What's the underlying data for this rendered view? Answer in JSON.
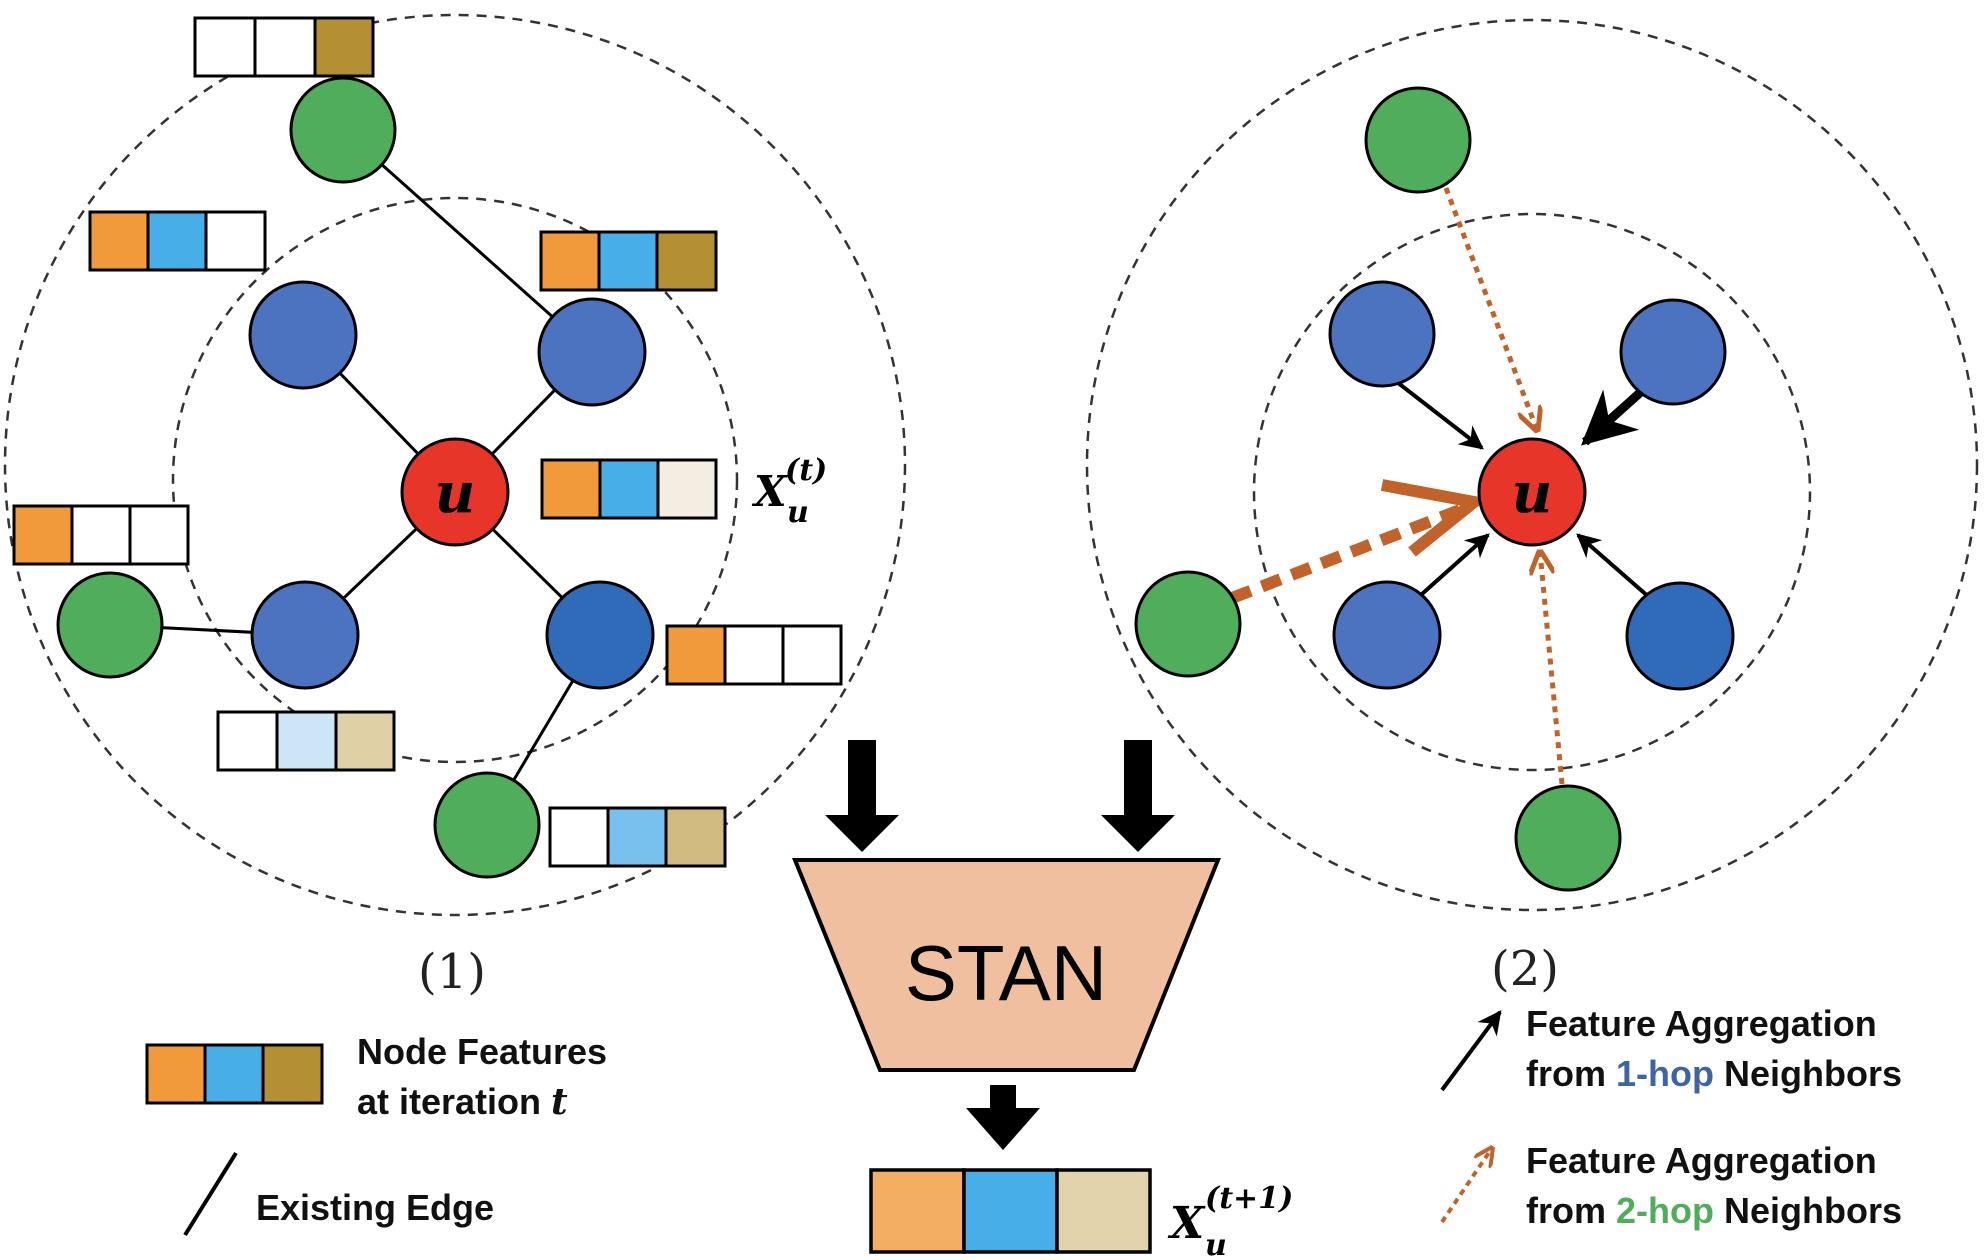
{
  "diagram": {
    "center_node_label": "u",
    "panel_labels": [
      "(1)",
      "(2)"
    ],
    "stan_label": "STAN",
    "feature_label_t": {
      "base": "X",
      "sub": "u",
      "sup": "(t)"
    },
    "feature_label_t1": {
      "base": "X",
      "sub": "u",
      "sup": "(t+1)"
    }
  },
  "legend": {
    "node_features_line1": "Node Features",
    "node_features_line2_prefix": "at iteration ",
    "node_features_line2_var": "t",
    "existing_edge": "Existing Edge",
    "agg1_line1": "Feature Aggregation",
    "agg1_from": "from ",
    "agg1_hop": "1-hop",
    "agg1_neighbors": " Neighbors",
    "agg2_line1": "Feature Aggregation",
    "agg2_from": "from ",
    "agg2_hop": "2-hop",
    "agg2_neighbors": " Neighbors"
  },
  "colors": {
    "center_node": "#e8352a",
    "one_hop_node": "#4c73c0",
    "one_hop_node_dark": "#2f6bb8",
    "two_hop_node": "#4fad5b",
    "feature_orange": "#f19a3b",
    "feature_blue": "#47aee8",
    "feature_gold": "#b48f34",
    "hop1_text": "#3e64a8",
    "hop2_text": "#4fad5b",
    "two_hop_arrow": "#c0622a",
    "stan_fill": "#efbf9f"
  }
}
